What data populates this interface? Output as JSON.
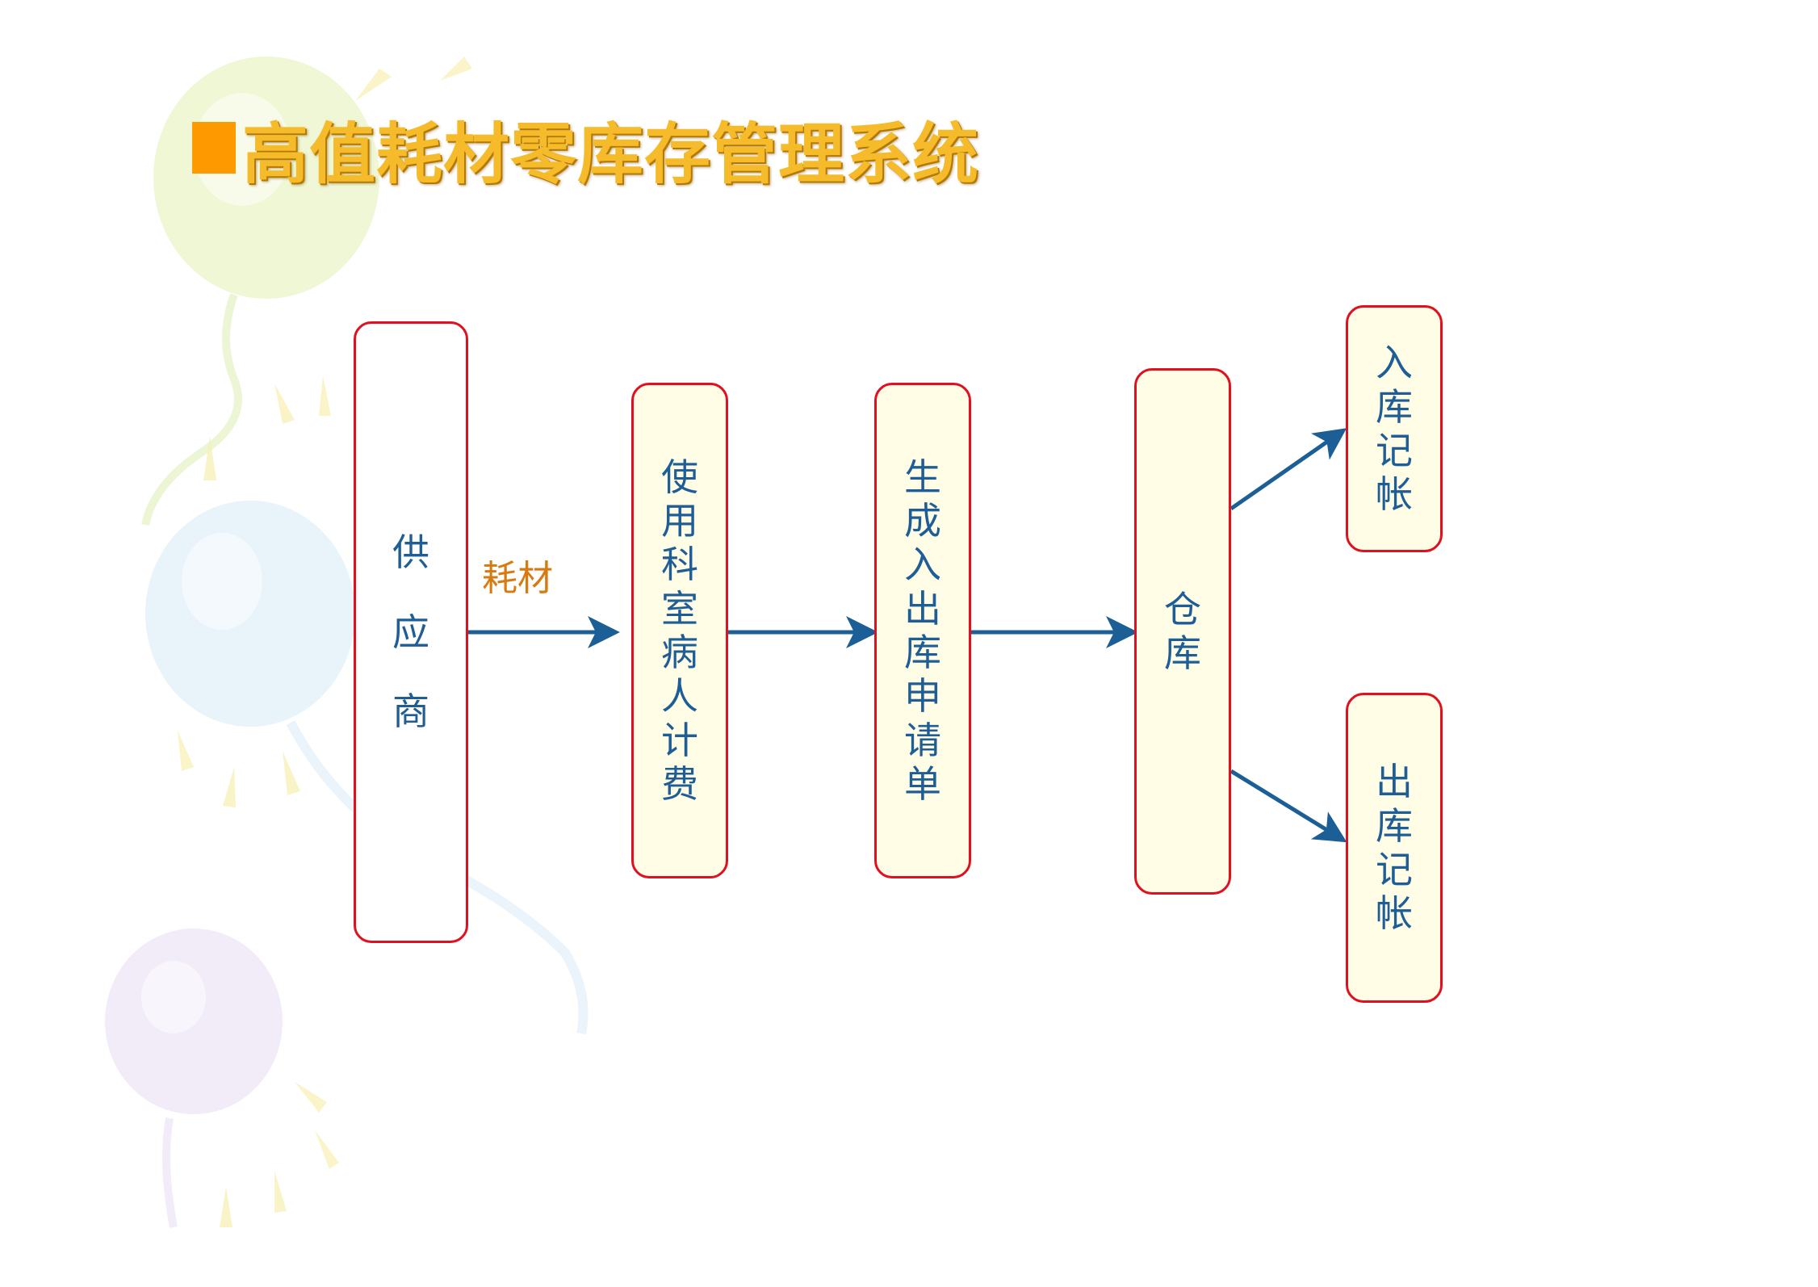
{
  "slide": {
    "title": "高值耗材零库存管理系统",
    "colors": {
      "marker": "#ff9900",
      "title_fill": "#f5bb2b",
      "node_border": "#e01020",
      "node_fill": "#fffde6",
      "node_text": "#1e5d96",
      "arrow": "#1b5f96",
      "edge_label": "#d77a10"
    }
  },
  "diagram": {
    "nodes": [
      {
        "id": "supplier",
        "label": "供应商"
      },
      {
        "id": "dept-billing",
        "label": "使用科室病人计费"
      },
      {
        "id": "requisition",
        "label": "生成入出库申请单"
      },
      {
        "id": "warehouse",
        "label": "仓库"
      },
      {
        "id": "in-record",
        "label": "入库记帐"
      },
      {
        "id": "out-record",
        "label": "出库记帐"
      }
    ],
    "edges": [
      {
        "from": "supplier",
        "to": "dept-billing",
        "label": "耗材"
      },
      {
        "from": "dept-billing",
        "to": "requisition",
        "label": ""
      },
      {
        "from": "requisition",
        "to": "warehouse",
        "label": ""
      },
      {
        "from": "warehouse",
        "to": "in-record",
        "label": ""
      },
      {
        "from": "warehouse",
        "to": "out-record",
        "label": ""
      }
    ]
  }
}
